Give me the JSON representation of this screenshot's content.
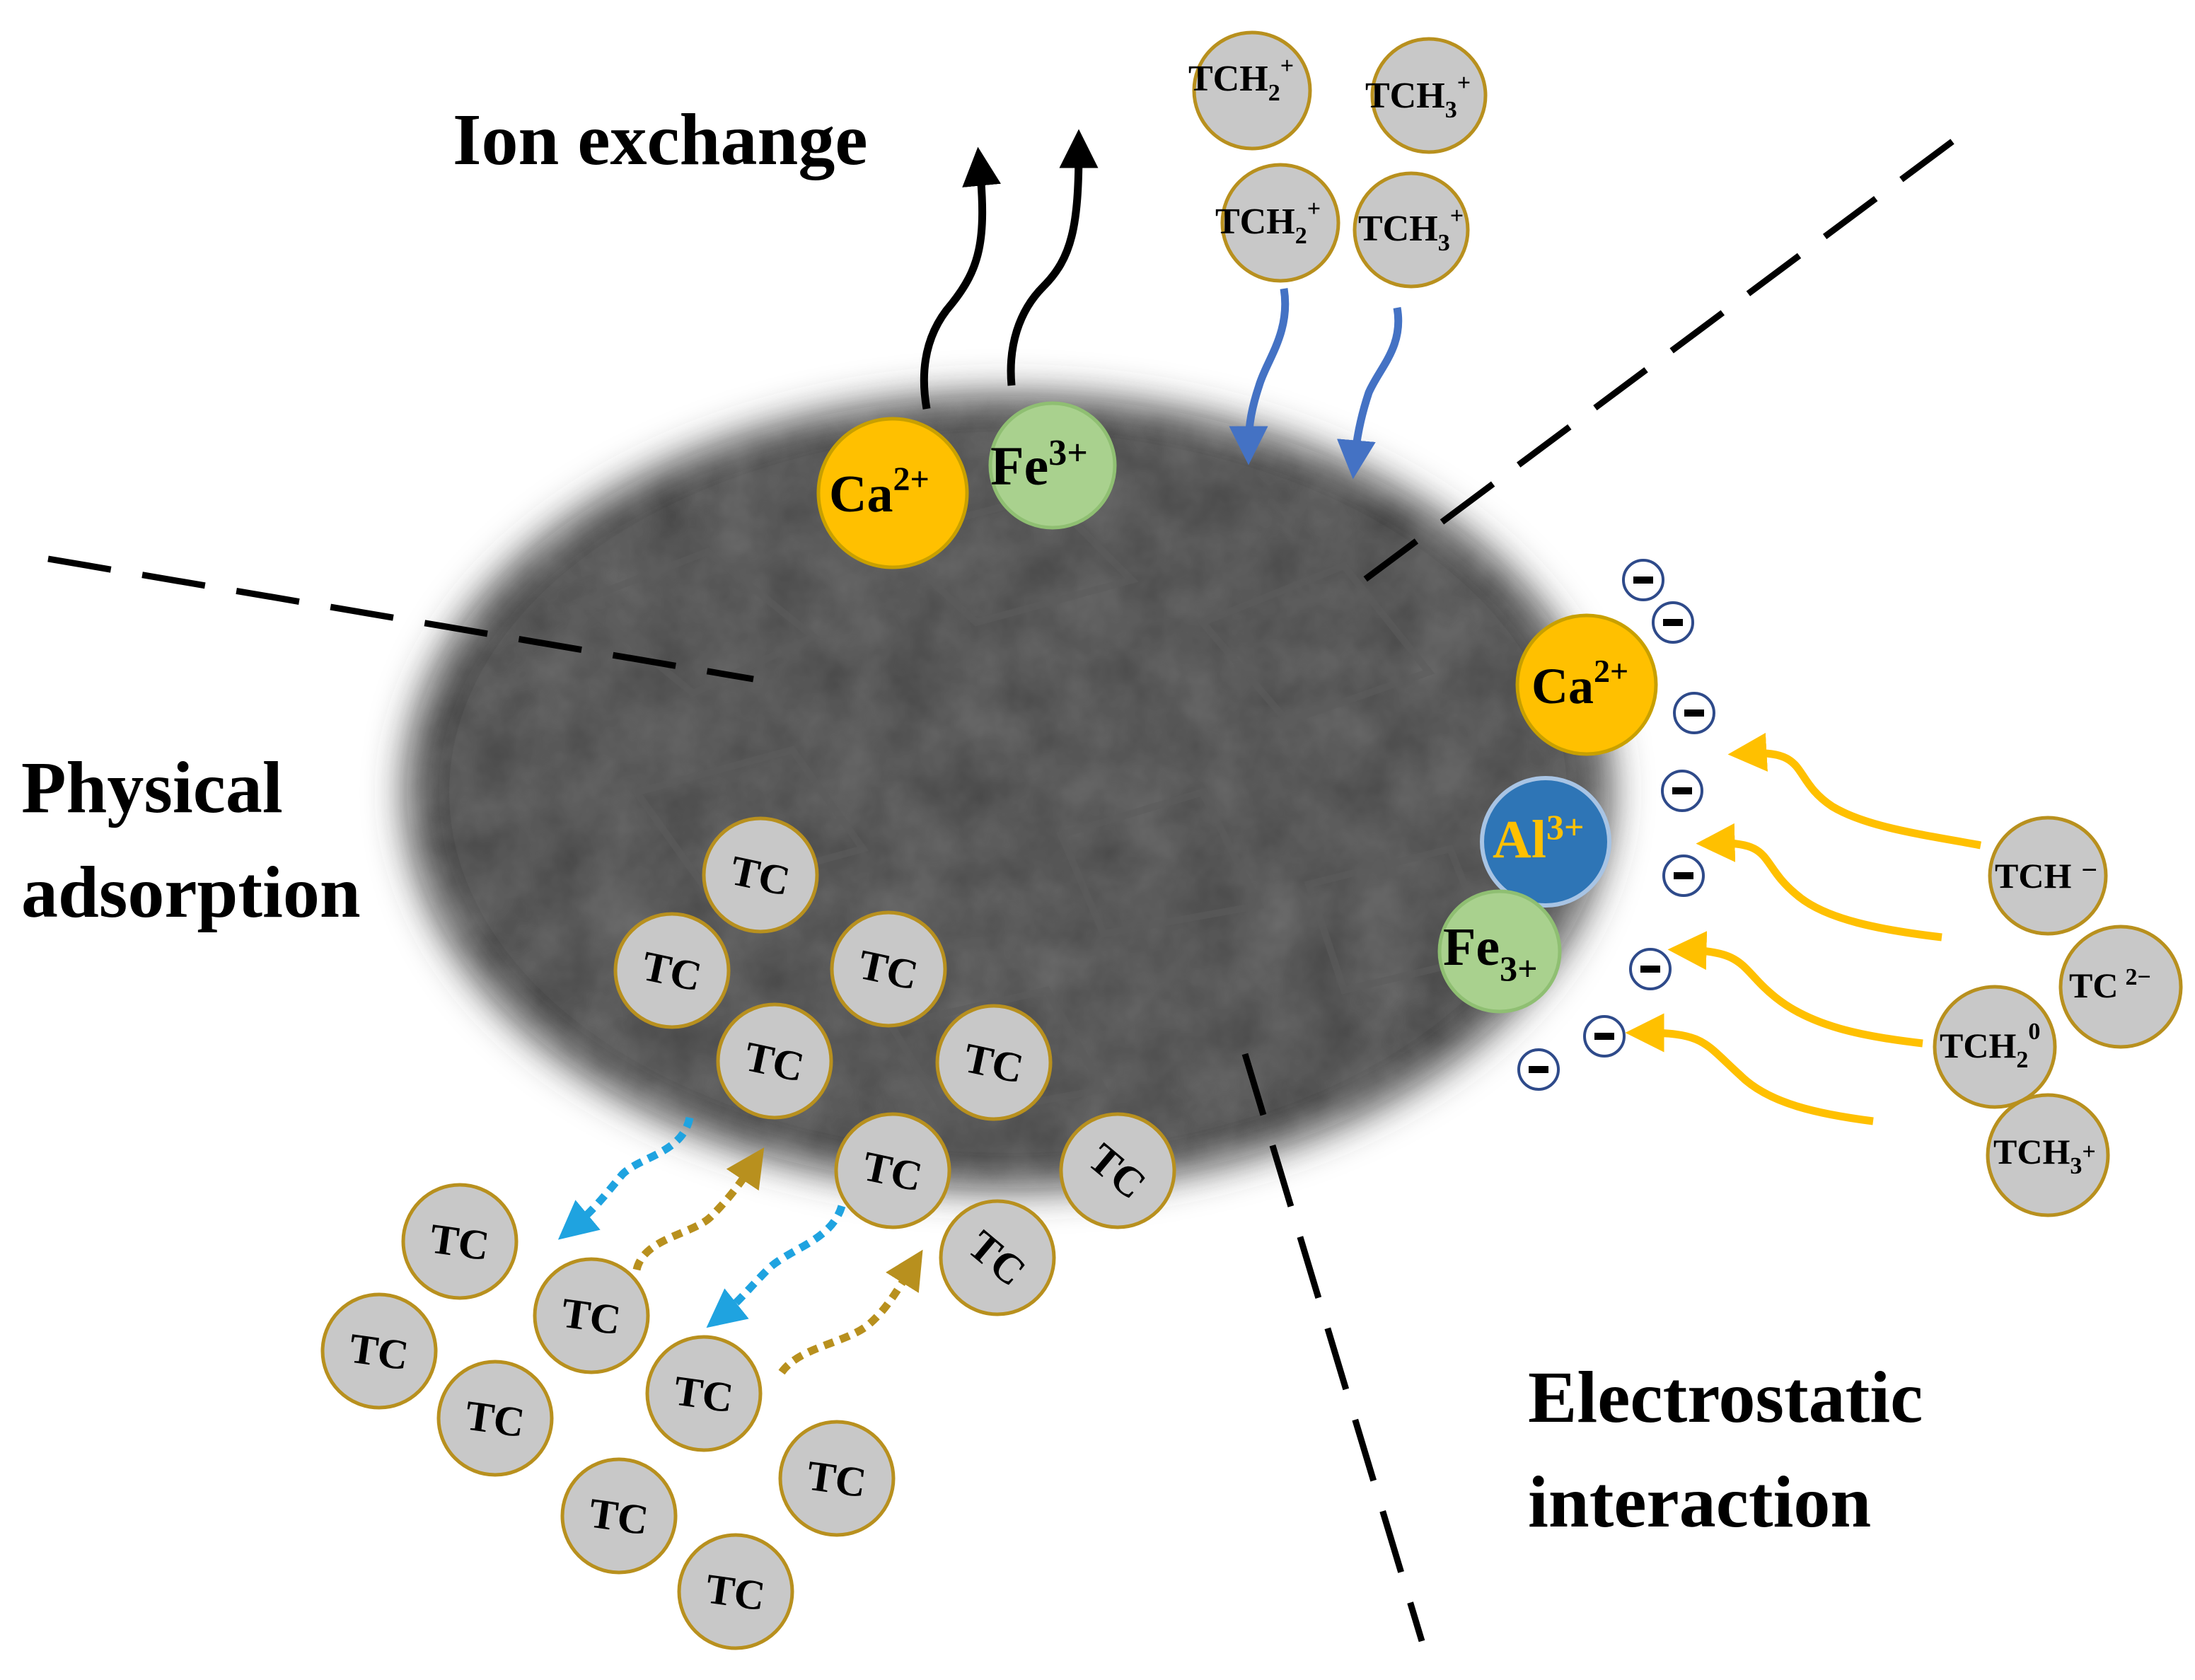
{
  "labels": {
    "ion_exchange": "Ion exchange",
    "physical_1": "Physical",
    "physical_2": "adsorption",
    "electrostatic_1": "Electrostatic",
    "electrostatic_2": "interaction"
  },
  "ions": {
    "ca": "Ca",
    "ca_charge": "2+",
    "fe": "Fe",
    "fe_charge": "3+",
    "al": "Al",
    "al_charge": "3+"
  },
  "species": {
    "tc": "TC",
    "tch": "TCH",
    "h": "H",
    "sub2": "2",
    "sub3": "3",
    "plus": "+",
    "minus": "−",
    "zero": "0",
    "two_minus": "2−"
  },
  "colors": {
    "gray_circle": "#c8c8c8",
    "gold_border": "#b8901e",
    "ca_fill": "#ffc000",
    "fe_fill": "#a9d18e",
    "al_fill": "#2e75b6",
    "al_text": "#ffc000",
    "blue_arrow": "#4472c4",
    "yellow_arrow": "#ffc000",
    "cyan_arrow": "#1fa3e0",
    "particle": "#3e3e3e"
  },
  "icons": [
    "negative-charge-icon",
    "arrow-icon"
  ]
}
